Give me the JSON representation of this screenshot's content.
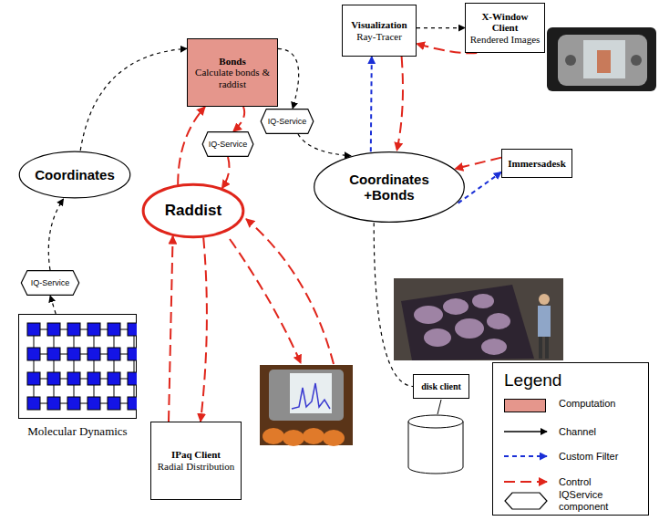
{
  "diagram": {
    "nodes": [
      {
        "text": [
          "Bonds",
          "Calculate bonds & raddist"
        ]
      },
      {
        "text": [
          "Visualization",
          "Ray-Tracer"
        ]
      },
      {
        "text": [
          "X-Window Client",
          "Rendered Images"
        ]
      },
      {
        "text": [
          "IQ-Service"
        ]
      },
      {
        "text": [
          "Coordinates"
        ]
      },
      {
        "text": [
          "IQ-Service"
        ]
      },
      {
        "text": [
          "Coordinates +Bonds"
        ]
      },
      {
        "text": [
          "Immersadesk"
        ]
      },
      {
        "text": [
          "Raddist"
        ]
      },
      {
        "text": [
          "IQ-Service"
        ]
      },
      {
        "text": [
          "Molecular Dynamics"
        ]
      },
      {
        "text": [
          "disk client"
        ]
      },
      {
        "text": [
          "IPaq Client",
          "Radial Distribution"
        ]
      }
    ],
    "edges": [
      {
        "from": 10,
        "to": 9,
        "arrow": "to"
      },
      {
        "from": 9,
        "to": 4,
        "arrow": "to"
      },
      {
        "from": 4,
        "to": 0,
        "arrow": "to"
      },
      {
        "from": 0,
        "to": 3,
        "arrow": "to"
      },
      {
        "from": 3,
        "to": 6,
        "arrow": "to"
      },
      {
        "from": 1,
        "to": 2,
        "arrow": "to"
      },
      {
        "from": 2,
        "to": 1,
        "arrow": "to"
      },
      {
        "from": 6,
        "to": 1,
        "arrow": "to"
      },
      {
        "from": 1,
        "to": 6,
        "arrow": "to"
      },
      {
        "from": 7,
        "to": 6,
        "arrow": "to"
      },
      {
        "from": 6,
        "to": 7,
        "arrow": "to"
      },
      {
        "from": 6,
        "to": 11,
        "arrow": "none"
      },
      {
        "from": 8,
        "to": 0,
        "arrow": "to"
      },
      {
        "from": 0,
        "to": 5,
        "arrow": "to"
      },
      {
        "from": 5,
        "to": 8,
        "arrow": "to"
      },
      {
        "from": 12,
        "to": 8,
        "arrow": "to"
      },
      {
        "from": 8,
        "to": 12,
        "arrow": "to"
      }
    ],
    "labels": [
      "Legend"
    ],
    "legend": [
      {
        "text": "Computation",
        "color": "#e5968c"
      },
      {
        "text": "Channel"
      },
      {
        "text": "Custom Filter"
      },
      {
        "text": "Control"
      },
      {
        "text": "IQService component"
      }
    ]
  }
}
